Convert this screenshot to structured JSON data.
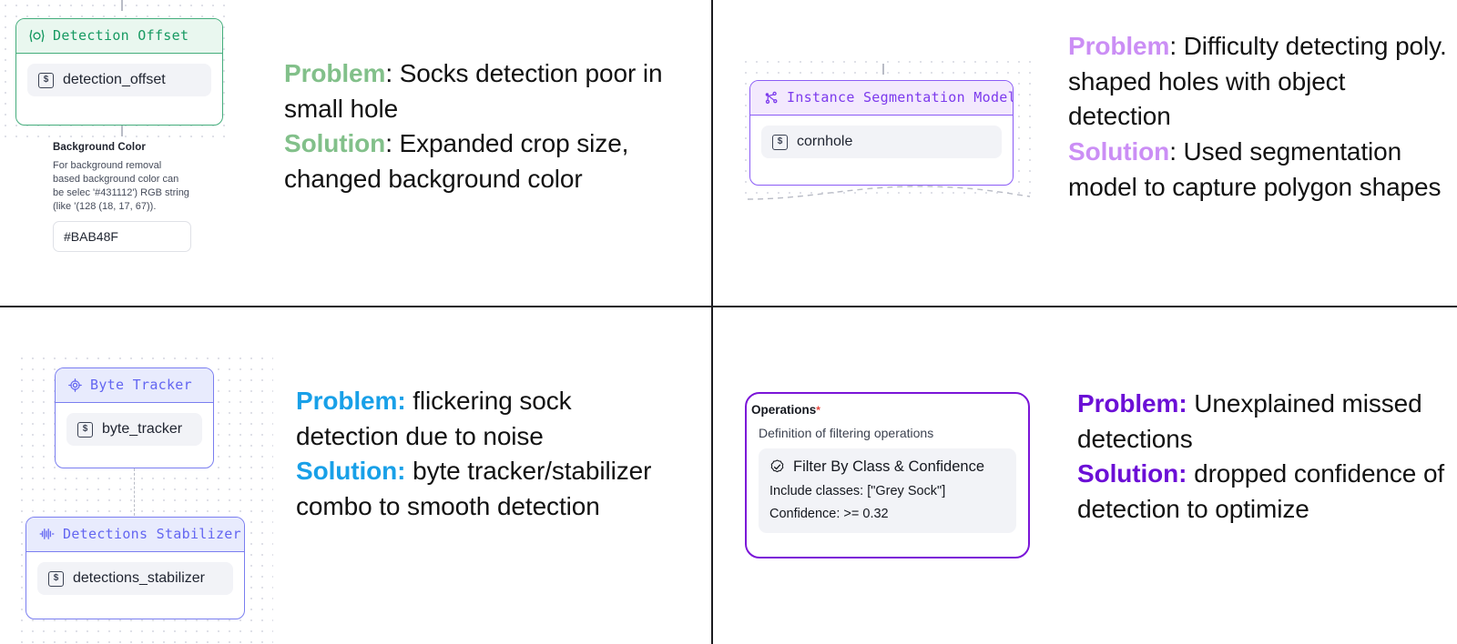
{
  "quadrants": {
    "top_left": {
      "node": {
        "header_icon": "offset-icon",
        "header": "Detection Offset",
        "field_icon": "variable-dollar-icon",
        "field": "detection_offset"
      },
      "settings": {
        "title": "Background Color",
        "description": "For background removal based background color can be selec '#431112') RGB string (like '(128 (18, 17, 67)).",
        "input_value": "#BAB48F"
      },
      "text": {
        "problem_label": "Problem",
        "problem_sep": ": ",
        "problem_body": "Socks detection poor in small hole",
        "solution_label": "Solution",
        "solution_sep": ": ",
        "solution_body": "Expanded crop size, changed background color",
        "accent": "#82c08a"
      }
    },
    "top_right": {
      "node": {
        "header_icon": "segmentation-model-icon",
        "header": "Instance Segmentation Model",
        "field_icon": "variable-dollar-icon",
        "field": "cornhole"
      },
      "text": {
        "problem_label": "Problem",
        "problem_sep": ": ",
        "problem_body": "Difficulty detecting poly. shaped holes with object detection",
        "solution_label": "Solution",
        "solution_sep": ": ",
        "solution_body": "Used segmentation model to capture polygon shapes",
        "accent": "#cb8ef5"
      }
    },
    "bottom_left": {
      "node_tracker": {
        "header_icon": "target-icon",
        "header": "Byte Tracker",
        "field_icon": "variable-dollar-icon",
        "field": "byte_tracker"
      },
      "node_stabilizer": {
        "header_icon": "waveform-icon",
        "header": "Detections Stabilizer",
        "field_icon": "variable-dollar-icon",
        "field": "detections_stabilizer"
      },
      "text": {
        "problem_label": "Problem:",
        "problem_sep": " ",
        "problem_body": "flickering sock detection due to noise",
        "solution_label": "Solution:",
        "solution_sep": " ",
        "solution_body": "byte tracker/stabilizer combo to smooth detection",
        "accent": "#18a0e8"
      }
    },
    "bottom_right": {
      "ops": {
        "label": "Operations",
        "required_mark": "*",
        "subtitle": "Definition of filtering operations",
        "operation_icon": "check-badge-icon",
        "operation_title": "Filter By Class & Confidence",
        "rows": [
          "Include classes: [\"Grey Sock\"]",
          "Confidence: >= 0.32"
        ]
      },
      "text": {
        "problem_label": "Problem:",
        "problem_sep": " ",
        "problem_body": "Unexplained missed detections",
        "solution_label": "Solution:",
        "solution_sep": " ",
        "solution_body": "dropped confidence of detection to optimize",
        "accent": "#6b0fd6"
      }
    }
  },
  "colors": {
    "green_node_border": "#45ad7c",
    "green_node_header_bg": "#e9f7ef",
    "green_node_header_text": "#179a62",
    "purple_node_border": "#8b5cf6",
    "purple_node_header_bg": "#f3e9fd",
    "purple_node_header_text": "#7c3aed",
    "indigo_node_border": "#7a7ef0",
    "indigo_node_header_bg": "#e8ebfd",
    "indigo_node_header_text": "#6366f1",
    "ops_border": "#7b15d8",
    "divider": "#1b1b1f"
  }
}
